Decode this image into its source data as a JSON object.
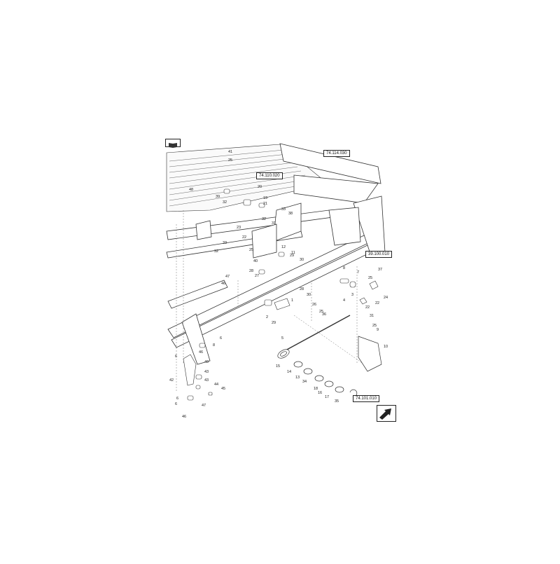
{
  "reference_boxes": [
    {
      "id": "ref-74-114-030",
      "label": "74.114.030"
    },
    {
      "id": "ref-74-110-020",
      "label": "74.110.020"
    },
    {
      "id": "ref-39-100-010",
      "label": "39.100.010"
    },
    {
      "id": "ref-74-101-010",
      "label": "74.101.010"
    }
  ],
  "callouts": [
    "41",
    "25",
    "48",
    "20",
    "19",
    "39",
    "32",
    "21",
    "33",
    "38",
    "32",
    "31",
    "23",
    "22",
    "25",
    "33",
    "32",
    "12",
    "11",
    "29",
    "30",
    "40",
    "28",
    "27",
    "47",
    "46",
    "8",
    "7",
    "37",
    "25",
    "24",
    "22",
    "22",
    "28",
    "30",
    "1",
    "26",
    "25",
    "36",
    "4",
    "3",
    "2",
    "29",
    "31",
    "25",
    "9",
    "10",
    "6",
    "8",
    "6",
    "46",
    "49",
    "5",
    "15",
    "14",
    "13",
    "34",
    "18",
    "16",
    "17",
    "35",
    "6",
    "42",
    "43",
    "43",
    "44",
    "45",
    "6",
    "47",
    "46"
  ],
  "icons": {
    "top_left": "book-icon",
    "bottom_right": "arrow-icon"
  }
}
